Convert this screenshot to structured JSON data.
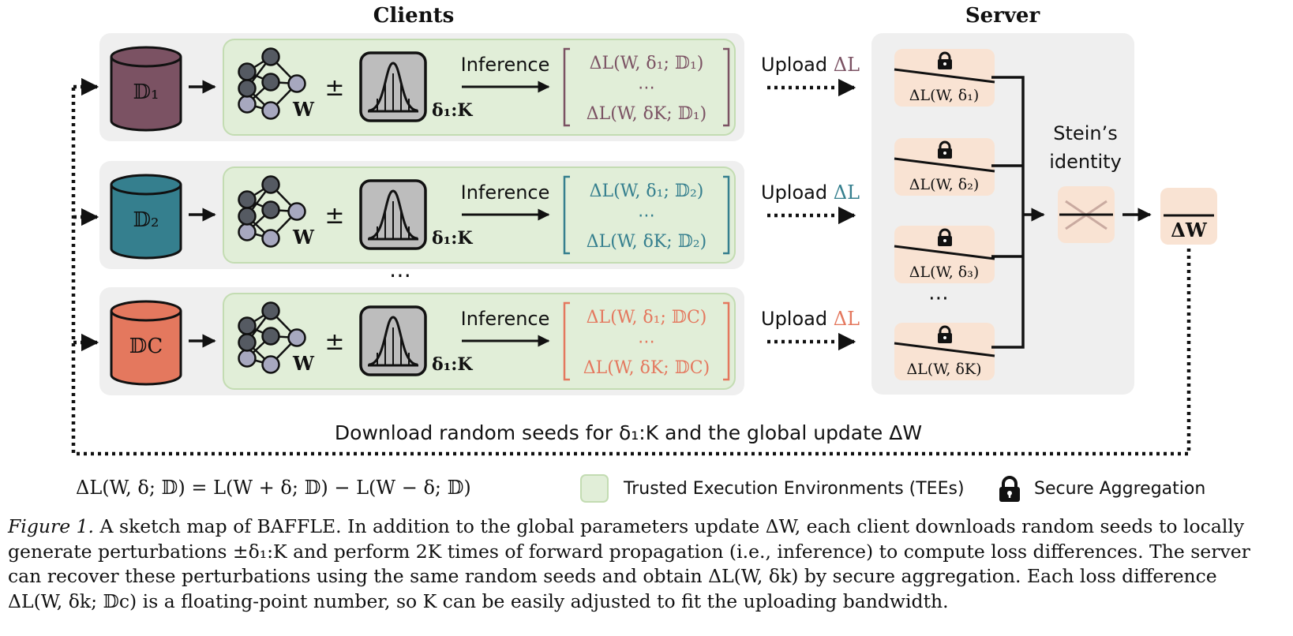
{
  "headers": {
    "clients": "Clients",
    "server": "Server"
  },
  "colors": {
    "client_1": "#7b5263",
    "client_2": "#357f8e",
    "client_C": "#e4785e",
    "panel_bg": "#efefef",
    "tee_bg": "#e1eed8",
    "tee_border": "#c3dcb2",
    "secure_bg": "#f9e3d3",
    "neuron_dark": "#555a62",
    "neuron_light": "#a7a8bf"
  },
  "clients": [
    {
      "db_label": "𝔻₁",
      "weight_label": "W",
      "pm": "±",
      "delta_label": "δ₁:K",
      "inference_label": "Inference",
      "vector_top": "ΔL(W, δ₁; 𝔻₁)",
      "vector_mid": "⋯",
      "vector_bottom": "ΔL(W, δK; 𝔻₁)",
      "upload_prefix": "Upload",
      "upload_symbol": "ΔL",
      "color_key": "client_1"
    },
    {
      "db_label": "𝔻₂",
      "weight_label": "W",
      "pm": "±",
      "delta_label": "δ₁:K",
      "inference_label": "Inference",
      "vector_top": "ΔL(W, δ₁; 𝔻₂)",
      "vector_mid": "⋯",
      "vector_bottom": "ΔL(W, δK; 𝔻₂)",
      "upload_prefix": "Upload",
      "upload_symbol": "ΔL",
      "color_key": "client_2"
    },
    {
      "db_label": "𝔻C",
      "weight_label": "W",
      "pm": "±",
      "delta_label": "δ₁:K",
      "inference_label": "Inference",
      "vector_top": "ΔL(W, δ₁; 𝔻C)",
      "vector_mid": "⋯",
      "vector_bottom": "ΔL(W, δK; 𝔻C)",
      "upload_prefix": "Upload",
      "upload_symbol": "ΔL",
      "color_key": "client_C"
    }
  ],
  "clients_ellipsis": "⋯",
  "server": {
    "aggregates": [
      "ΔL(W, δ₁)",
      "ΔL(W, δ₂)",
      "ΔL(W, δ₃)",
      "ΔL(W, δK)"
    ],
    "ellipsis": "⋯",
    "stein_label_line1": "Stein’s",
    "stein_label_line2": "identity",
    "output_label": "ΔW"
  },
  "download_label": "Download random seeds for δ₁:K and the global update ΔW",
  "legend": {
    "equation": "ΔL(W, δ; 𝔻) = L(W + δ; 𝔻) − L(W − δ; 𝔻)",
    "tee_label": "Trusted Execution Environments (TEEs)",
    "lock_label": "Secure Aggregation",
    "lock_icon": "lock-icon"
  },
  "caption": {
    "label": "Figure 1.",
    "line1": "A sketch map of BAFFLE. In addition to the global parameters update ΔW, each client downloads random seeds to locally",
    "line2": "generate perturbations ±δ₁:K and perform 2K times of forward propagation (i.e., inference) to compute loss differences. The server",
    "line3": "can recover these perturbations using the same random seeds and obtain ΔL(W, δk) by secure aggregation. Each loss difference",
    "line4": "ΔL(W, δk; 𝔻c) is a floating-point number, so K can be easily adjusted to fit the uploading bandwidth."
  }
}
